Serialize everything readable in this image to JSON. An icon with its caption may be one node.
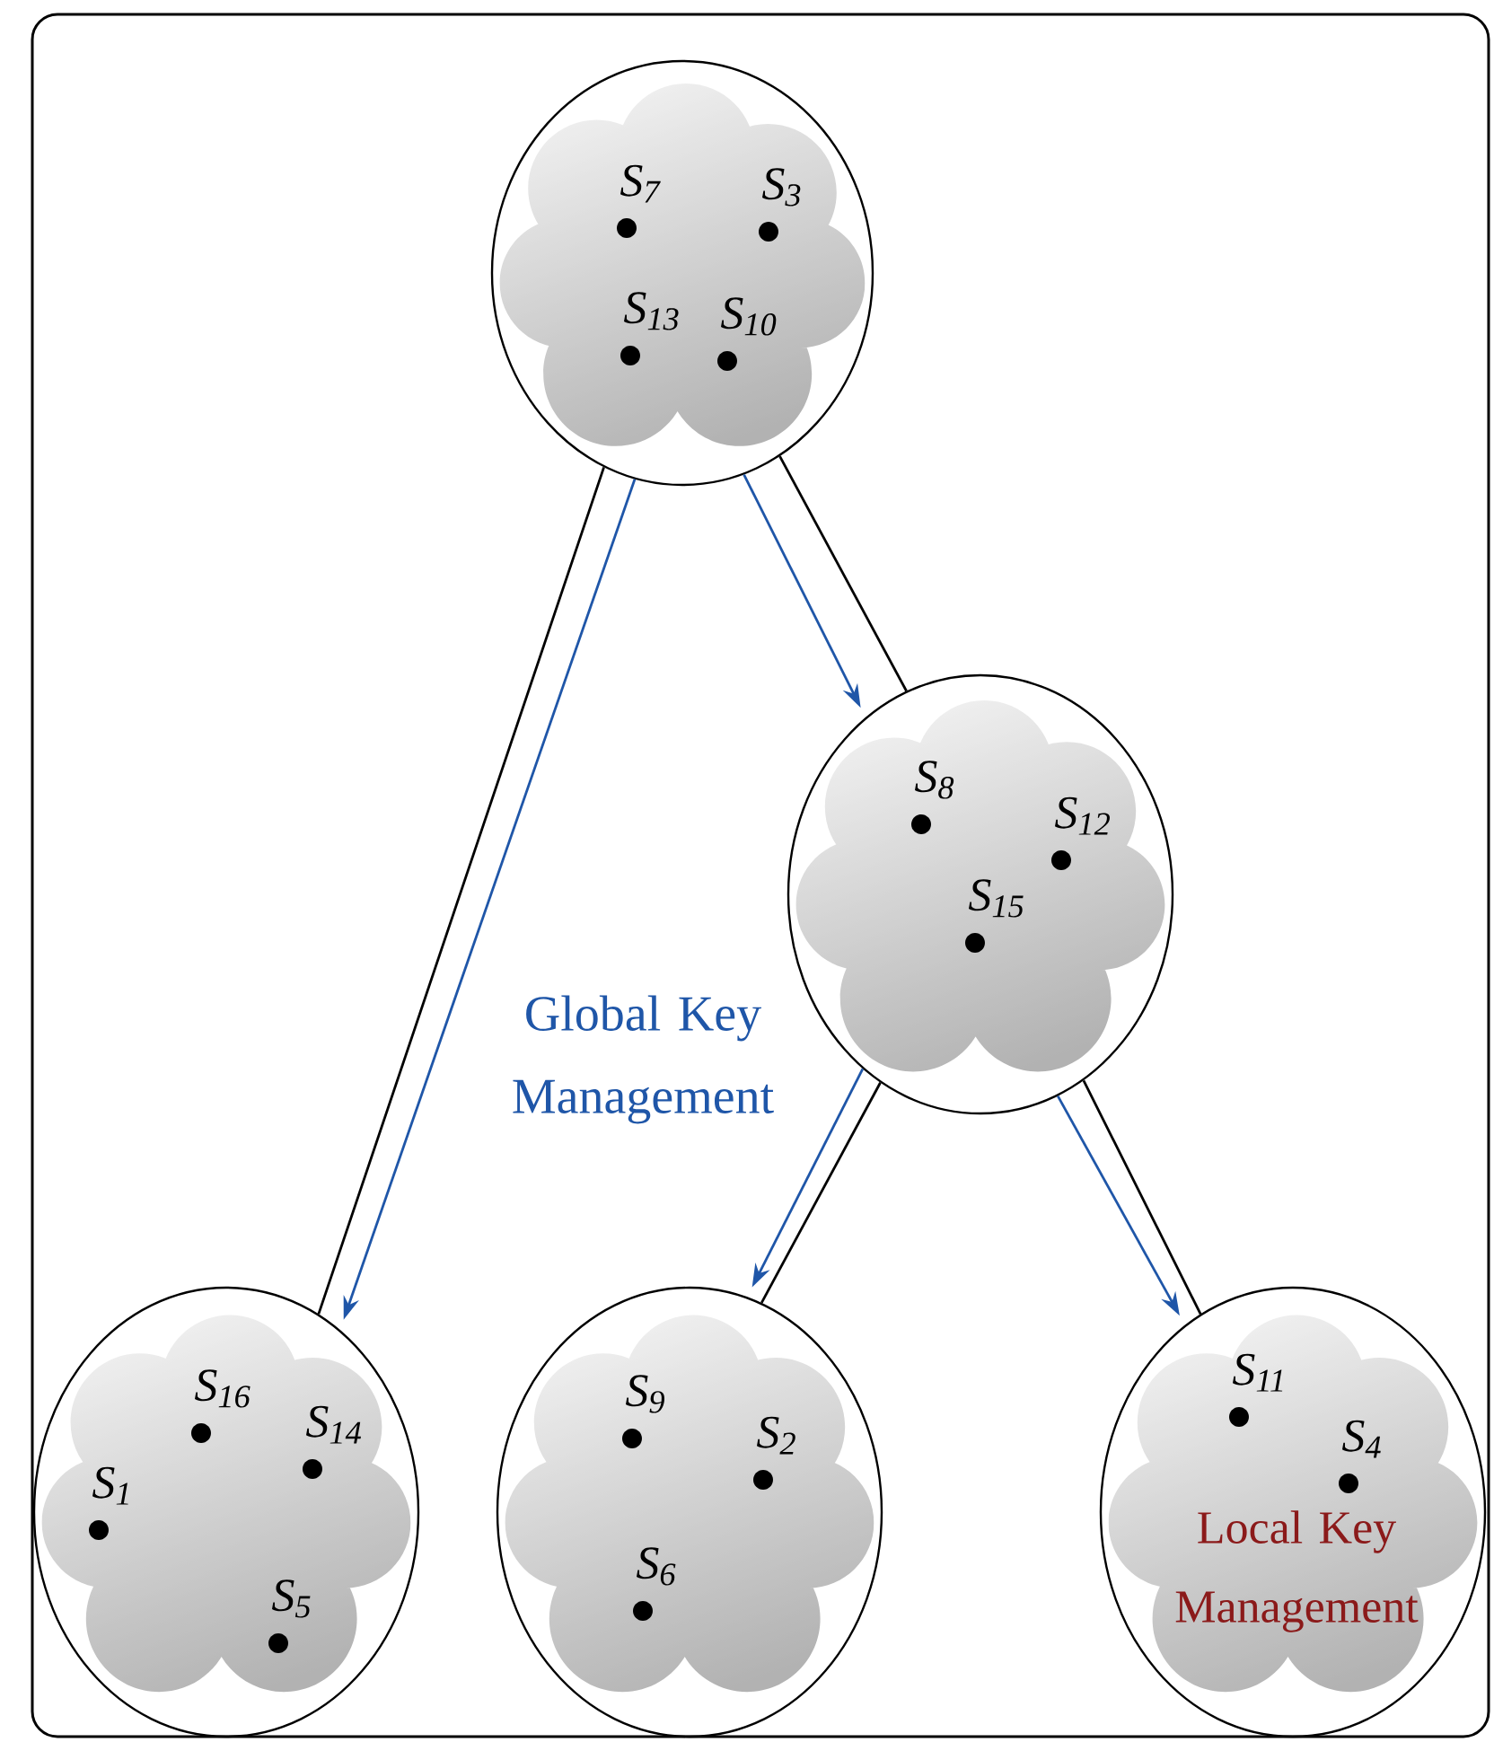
{
  "diagram": {
    "nodes": [
      {
        "text": [
          "S$_{7}$",
          "S$_{3}$",
          "S$_{13}$",
          "S$_{10}$"
        ]
      },
      {
        "text": [
          "S$_{8}$",
          "S$_{12}$",
          "S$_{15}$"
        ]
      },
      {
        "text": [
          "S$_{16}$",
          "S$_{14}$",
          "S$_{1}$",
          "S$_{5}$"
        ]
      },
      {
        "text": [
          "S$_{9}$",
          "S$_{2}$",
          "S$_{6}$"
        ]
      },
      {
        "text": [
          "S$_{11}$",
          "S$_{4}$",
          "Local Key Management"
        ]
      }
    ],
    "edges": [
      {
        "from": 0,
        "to": 2,
        "arrow": "none"
      },
      {
        "from": 0,
        "to": 2,
        "arrow": "to",
        "color": "#1f56a8"
      },
      {
        "from": 0,
        "to": 1,
        "arrow": "none"
      },
      {
        "from": 0,
        "to": 1,
        "arrow": "to",
        "color": "#1f56a8"
      },
      {
        "from": 1,
        "to": 3,
        "arrow": "none"
      },
      {
        "from": 1,
        "to": 3,
        "arrow": "to",
        "color": "#1f56a8"
      },
      {
        "from": 1,
        "to": 4,
        "arrow": "none"
      },
      {
        "from": 1,
        "to": 4,
        "arrow": "to",
        "color": "#1f56a8"
      }
    ],
    "labels": [
      "Global Key Management"
    ]
  }
}
